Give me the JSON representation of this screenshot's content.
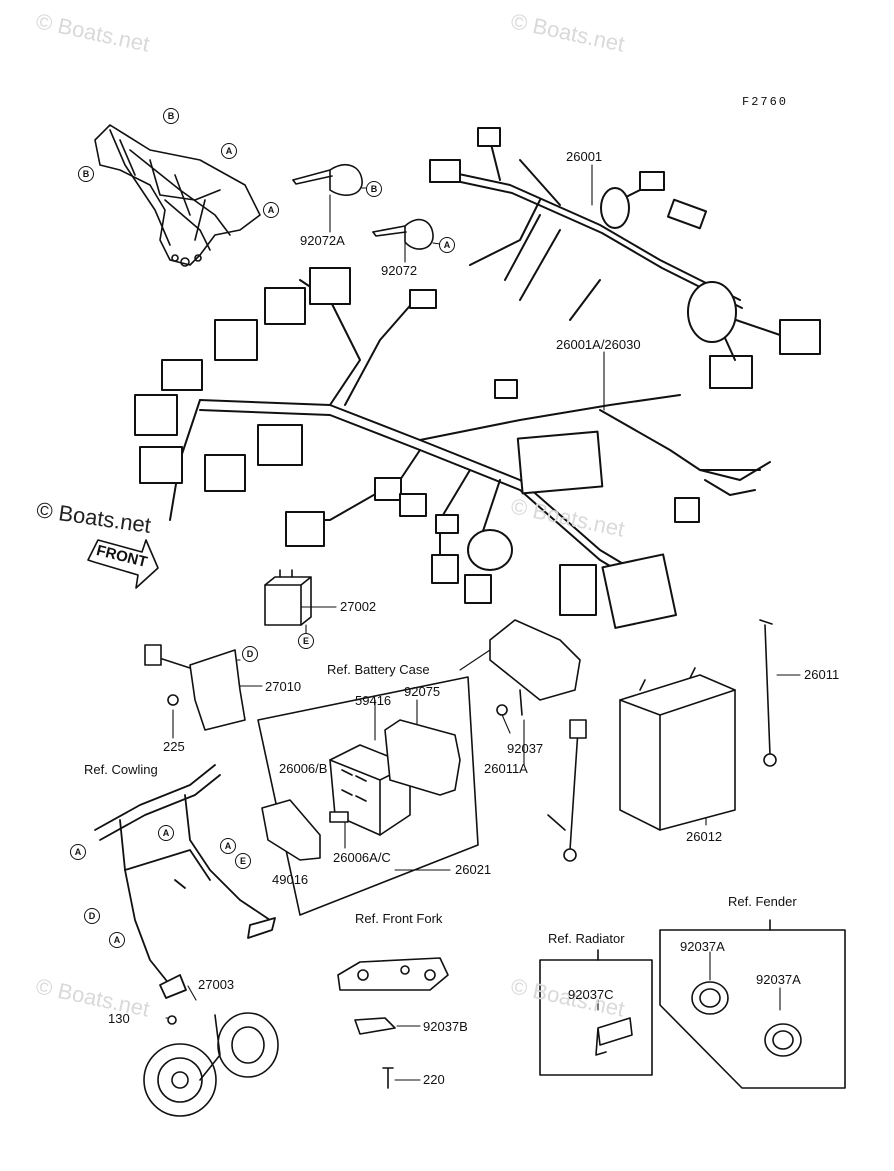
{
  "figure_code": "F2760",
  "watermarks": [
    "© Boats.net",
    "© Boats.net",
    "© Boats.net",
    "© Boats.net",
    "© Boats.net",
    "© Boats.net"
  ],
  "front_arrow": "FRONT",
  "labels": {
    "p26001": "26001",
    "p92072A": "92072A",
    "p92072": "92072",
    "p26001A": "26001A/26030",
    "p27002": "27002",
    "p27010": "27010",
    "p225": "225",
    "battery_case": "Ref. Battery Case",
    "p59416": "59416",
    "p92075": "92075",
    "p92037": "92037",
    "p26011A": "26011A",
    "p26011": "26011",
    "p26006B": "26006/B",
    "p26006AC": "26006A/C",
    "p49016": "49016",
    "p26021": "26021",
    "p26012": "26012",
    "cowling": "Ref. Cowling",
    "front_fork": "Ref. Front Fork",
    "radiator": "Ref. Radiator",
    "fender": "Ref. Fender",
    "p92037C": "92037C",
    "p92037A_1": "92037A",
    "p92037A_2": "92037A",
    "p27003": "27003",
    "p130": "130",
    "p92037B": "92037B",
    "p220": "220"
  },
  "callouts": {
    "frame_b1": "B",
    "frame_b2": "B",
    "frame_a1": "A",
    "frame_a2": "A",
    "clamp_b": "B",
    "clamp_a": "A",
    "relay_e": "E",
    "reg_d": "D",
    "cowl_a1": "A",
    "cowl_a2": "A",
    "cowl_a3": "A",
    "cowl_a4": "A",
    "cowl_e": "E",
    "cowl_d": "D"
  }
}
